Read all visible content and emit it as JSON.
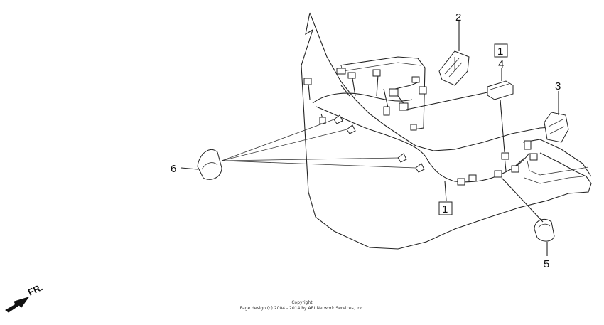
{
  "callouts": [
    {
      "id": "1-top",
      "text": "1"
    },
    {
      "id": "1-bottom",
      "text": "1"
    },
    {
      "id": "2",
      "text": "2"
    },
    {
      "id": "3",
      "text": "3"
    },
    {
      "id": "4",
      "text": "4"
    },
    {
      "id": "5",
      "text": "5"
    },
    {
      "id": "6",
      "text": "6"
    }
  ],
  "direction_label": "FR.",
  "copyright": {
    "line1": "Copyright",
    "line2": "Page design (c) 2004 - 2014 by ARI Network Services, Inc."
  },
  "colors": {
    "ink": "#222222",
    "background": "#ffffff"
  },
  "icons": [
    "front-direction-arrow-icon"
  ]
}
